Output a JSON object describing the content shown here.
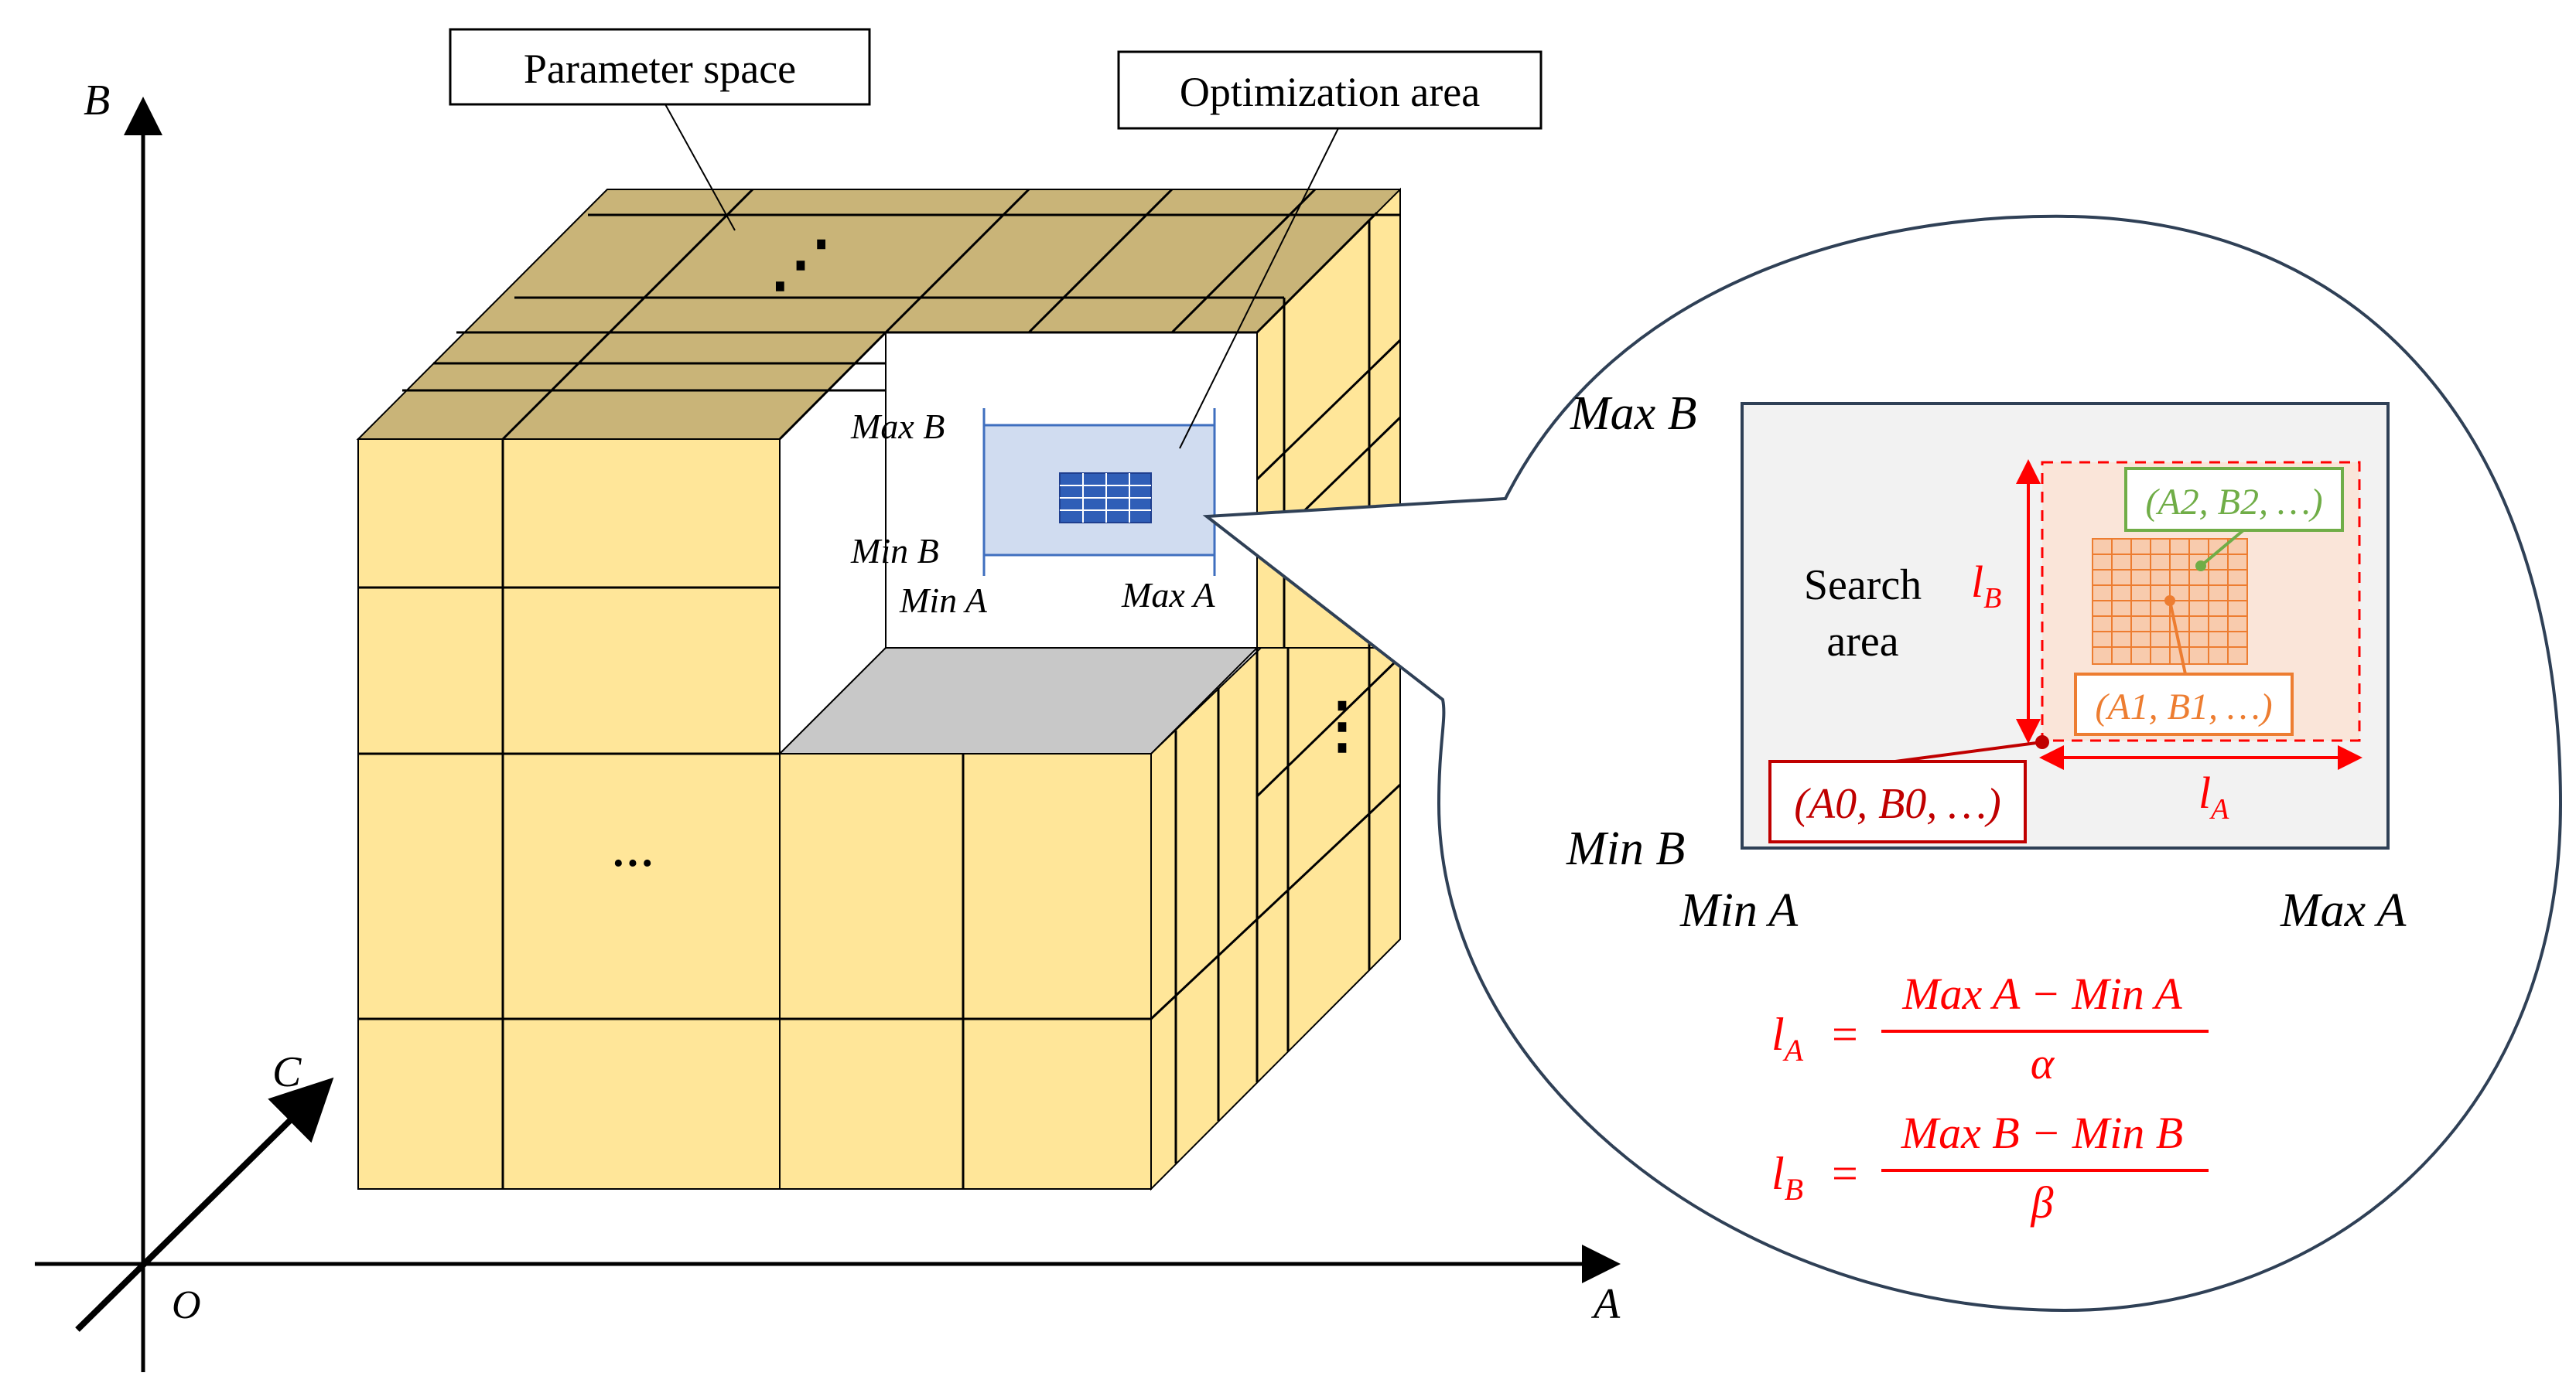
{
  "colors": {
    "cube_face": "#FFE699",
    "cube_top": "#C9B478",
    "cube_floor": "#C8C8C8",
    "grid_line": "#000000",
    "opt_rect_fill": "#D0DCF0",
    "opt_rect_stroke": "#3F6FBF",
    "mini_grid": "#2F5EB7",
    "zoom_border": "#2F4056",
    "search_fill": "#F2F2F2",
    "red": "#FF0000",
    "dark_red": "#C00000",
    "orange": "#ED7D31",
    "orange_fill": "#F8CBAD",
    "green": "#70AD47"
  },
  "axes": {
    "origin": "O",
    "a_label": "A",
    "b_label": "B",
    "c_label": "C"
  },
  "callouts": {
    "parameter_space": "Parameter space",
    "optimization_area": "Optimization area"
  },
  "ellipsis": {
    "top": "⋰",
    "front": "···",
    "side": "⋮"
  },
  "inner_labels": {
    "max_b": "Max B",
    "min_b": "Min B",
    "min_a": "Min A",
    "max_a": "Max A"
  },
  "zoom": {
    "max_b": "Max B",
    "min_b": "Min B",
    "min_a": "Min A",
    "max_a": "Max A",
    "search_area_line1": "Search",
    "search_area_line2": "area",
    "l_b": "l",
    "l_b_sub": "B",
    "l_a": "l",
    "l_a_sub": "A",
    "p0": "(A0, B0, …)",
    "p1": "(A1, B1, …)",
    "p2": "(A2, B2, …)"
  },
  "formulas": {
    "la_lhs": "l",
    "la_sub": "A",
    "la_num": "Max A − Min A",
    "la_den": "α",
    "lb_lhs": "l",
    "lb_sub": "B",
    "lb_num": "Max B − Min B",
    "lb_den": "β",
    "equals": "="
  }
}
